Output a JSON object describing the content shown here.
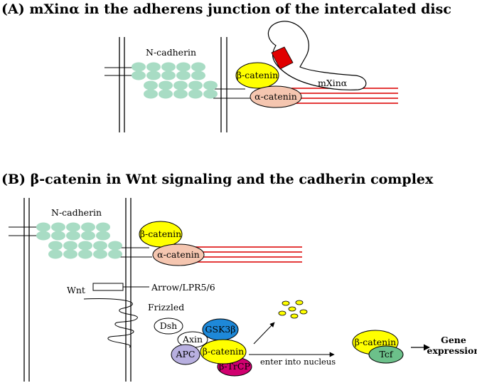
{
  "panel_a": {
    "heading": "(A) mXinα in the adherens junction of the intercalated disc",
    "n_cadherin": "N-cadherin",
    "beta_catenin": "β-catenin",
    "alpha_catenin": "α-catenin",
    "mxin": "mXinα"
  },
  "panel_b": {
    "heading": "(B)  β-catenin in Wnt signaling and the cadherin complex",
    "n_cadherin": "N-cadherin",
    "beta_catenin": "β-catenin",
    "alpha_catenin": "α-catenin",
    "wnt": "Wnt",
    "arrow_lpr": "Arrow/LPR5/6",
    "frizzled": "Frizzled",
    "dsh": "Dsh",
    "axin": "Axin",
    "gsk3b": "GSK3β",
    "apc": "APC",
    "beta_catenin_complex": "β-catenin",
    "btrcp": "β-TrCP",
    "enter_nucleus": "enter into nucleus",
    "beta_catenin_nucleus": "β-catenin",
    "tcf": "Tcf",
    "gene": "Gene",
    "expression": "expression"
  },
  "colors": {
    "cadherin": "#a8dcc4",
    "beta_catenin": "#ffff00",
    "alpha_catenin": "#f5c6b0",
    "actin": "#e02020",
    "mxin_red": "#e00000",
    "gsk3b": "#1e88d8",
    "apc": "#b8b0e0",
    "btrcp": "#d0006f",
    "tcf": "#6cc08a",
    "fragments": "#ffff00"
  }
}
